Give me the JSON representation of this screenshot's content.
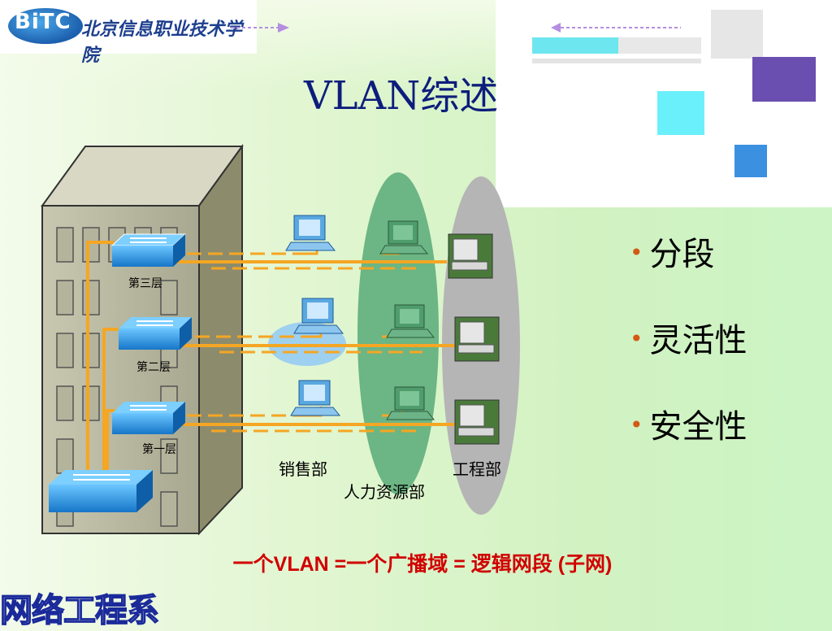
{
  "logo": {
    "mark": "BiTC",
    "name": "北京信息职业技术学院"
  },
  "title": "VLAN综述",
  "floors": [
    "第三层",
    "第二层",
    "第一层"
  ],
  "departments": {
    "sales": "销售部",
    "hr": "人力资源部",
    "engineering": "工程部"
  },
  "bullets": [
    "分段",
    "灵活性",
    "安全性"
  ],
  "formula": {
    "part1": "一个",
    "part2": "VLAN =",
    "part3": "一个广播域 = 逻辑网段 (子网)"
  },
  "stamp": "网络工程系",
  "colors": {
    "title": "#0d1d7c",
    "formula": "#d10000",
    "bullet_dot": "#d25a14",
    "cable": "#f5a623",
    "hr_zone": "#5fae7c",
    "eng_zone": "#b4b4b4",
    "switch": "#1e90d8"
  },
  "icons": [
    "switch-icon",
    "computer-icon",
    "building-icon",
    "arrow-icon"
  ]
}
